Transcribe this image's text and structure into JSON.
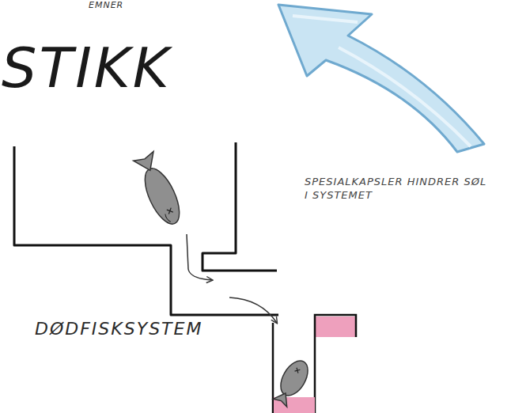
{
  "diagram": {
    "labels": [
      "EMNER",
      "STIKK",
      "SPESIALKAPSLER HINDRER SØL I SYSTEMET",
      "DØDFISKSYSTEM"
    ]
  }
}
